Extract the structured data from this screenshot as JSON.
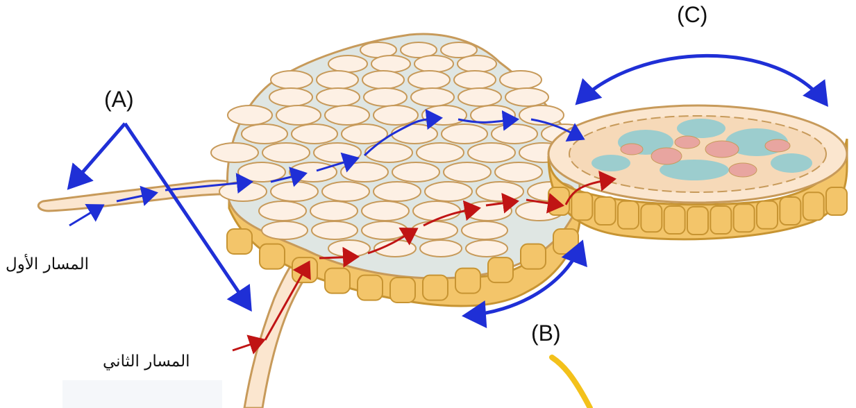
{
  "labels": {
    "a": "(A)",
    "b": "(B)",
    "c": "(C)",
    "path_first": "المسار الأول",
    "path_second": "المسار الثاني"
  },
  "colors": {
    "tissue_fill": "#fbe6cf",
    "tissue_outline": "#c79a5a",
    "cell_fill": "#fdf0e4",
    "gap_fill": "#dfe6e3",
    "base_fill": "#f3c56a",
    "base_outline": "#c79432",
    "blue_arrow": "#1f2fd6",
    "red_arrow": "#c01414",
    "stele_blue": "#86c9d3",
    "stele_pink": "#e8a5a0",
    "watermark_yellow": "#f3c11b"
  }
}
